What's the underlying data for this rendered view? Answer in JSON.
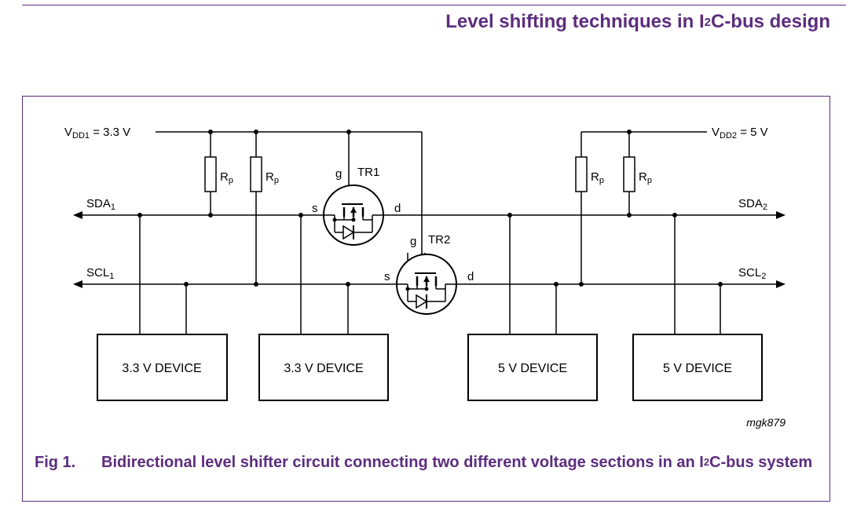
{
  "header": {
    "title_pre": "Level shifting techniques in I",
    "title_sup": "2",
    "title_post": "C-bus design",
    "color": "#5c2d7e"
  },
  "diagram": {
    "vdd1_main": "V",
    "vdd1_sub": "DD1",
    "vdd1_value": " = 3.3 V",
    "vdd2_main": "V",
    "vdd2_sub": "DD2",
    "vdd2_value": " = 5 V",
    "sda1_main": "SDA",
    "sda1_sub": "1",
    "scl1_main": "SCL",
    "scl1_sub": "1",
    "sda2_main": "SDA",
    "sda2_sub": "2",
    "scl2_main": "SCL",
    "scl2_sub": "2",
    "resistor_main": "R",
    "resistor_sub": "p",
    "tr1": "TR1",
    "tr2": "TR2",
    "gate": "g",
    "source": "s",
    "drain": "d",
    "devices": [
      "3.3 V DEVICE",
      "3.3 V DEVICE",
      "5 V DEVICE",
      "5 V DEVICE"
    ],
    "code": "mgk879"
  },
  "caption": {
    "number": "Fig 1.",
    "text_pre": "Bidirectional level shifter circuit connecting two different voltage sections in an I",
    "text_sup": "2",
    "text_post": "C-bus system"
  }
}
